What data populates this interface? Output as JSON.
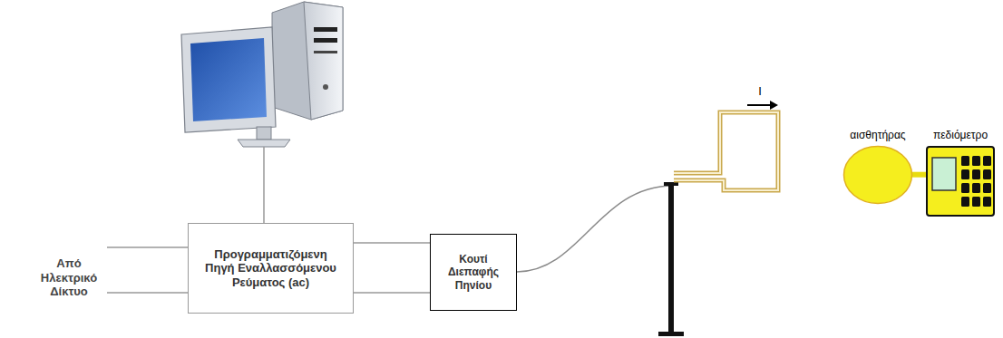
{
  "diagram": {
    "nodes": [
      {
        "text": [
          "Προγραμματιζόμενη Πηγή Εναλλασσόμενου Ρεύματος (ac)"
        ]
      },
      {
        "text": [
          "Κουτί Διεπαφής Πηνίου"
        ]
      },
      {
        "text": [
          "αισθητήρας"
        ]
      },
      {
        "text": [
          "πεδιόμετρο"
        ]
      }
    ],
    "edges": [
      {
        "from": 0,
        "to": 1,
        "arrow": "none"
      },
      {
        "from": 2,
        "to": 3,
        "arrow": "none"
      }
    ],
    "labels": [
      "Από Ηλεκτρικό Δίκτυο",
      "I"
    ]
  }
}
